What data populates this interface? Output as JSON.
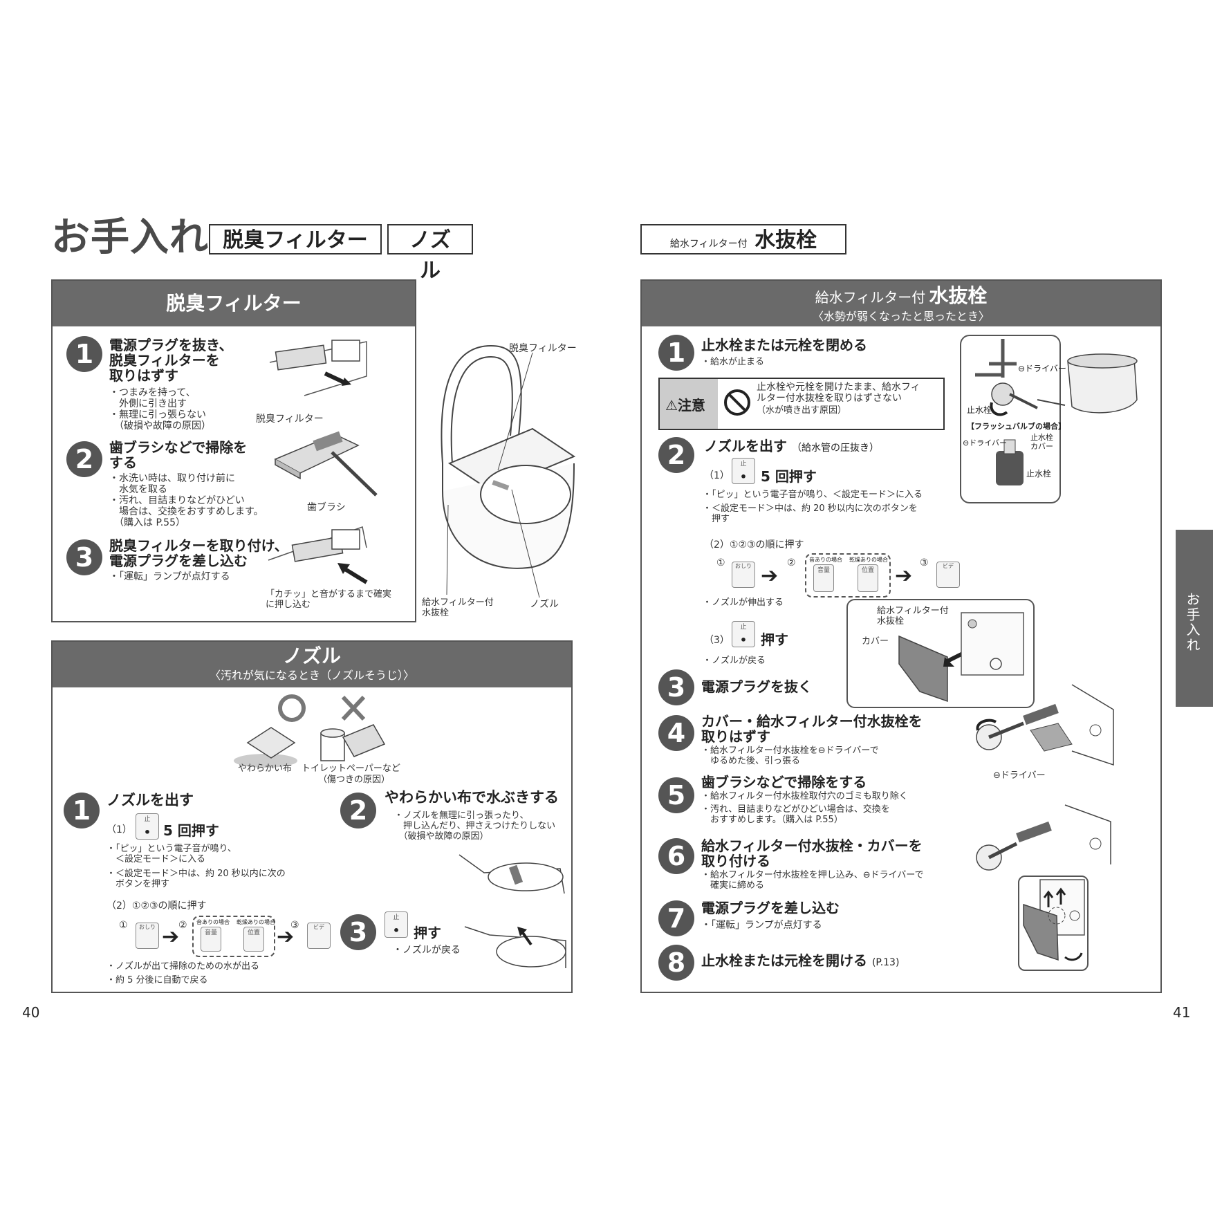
{
  "header": {
    "title": "お手入れ",
    "tag1": "脱臭フィルター",
    "tag2": "ノズル",
    "right_tag_small": "給水フィルター付",
    "right_tag_big": "水抜栓"
  },
  "deodorizer": {
    "heading": "脱臭フィルター",
    "steps": [
      {
        "num": "1",
        "title_lines": [
          "電源プラグを抜き、",
          "脱臭フィルターを",
          "取りはずす"
        ],
        "notes": [
          "・つまみを持って、",
          "　外側に引き出す",
          "・無理に引っ張らない",
          "　（破損や故障の原因）"
        ]
      },
      {
        "num": "2",
        "title_lines": [
          "歯ブラシなどで掃除を",
          "する"
        ],
        "notes": [
          "・水洗い時は、取り付け前に",
          "　水気を取る",
          "・汚れ、目詰まりなどがひどい",
          "　場合は、交換をおすすめします。",
          "　（購入は P.55）"
        ]
      },
      {
        "num": "3",
        "title_lines": [
          "脱臭フィルターを取り付け、",
          "電源プラグを差し込む"
        ],
        "notes": [
          "・「運転」ランプが点灯する"
        ]
      }
    ],
    "labels": {
      "filter": "脱臭フィルター",
      "brush": "歯ブラシ",
      "click": [
        "「カチッ」と音がするまで確実",
        "に押し込む"
      ]
    }
  },
  "toilet_labels": {
    "filter": "脱臭フィルター",
    "drain": [
      "給水フィルター付",
      "水抜栓"
    ],
    "nozzle": "ノズル"
  },
  "nozzle": {
    "heading": "ノズル",
    "sub": "〈汚れが気になるとき（ノズルそうじ）〉",
    "ok_label": "やわらかい布",
    "ng_label": "トイレットペーパーなど",
    "ng_sub": "（傷つきの原因）",
    "step1": {
      "num": "1",
      "title": "ノズルを出す",
      "sub1_prefix": "（1）",
      "sub1_text": "5 回押す",
      "notes1": [
        "・「ピッ」という電子音が鳴り、",
        "　＜設定モード＞に入る",
        "・＜設定モード＞中は、約 20 秒以内に次の",
        "　ボタンを押す"
      ],
      "sub2": "（2）①②③の順に押す",
      "notes2": [
        "・ノズルが出て掃除のための水が出る",
        "・約 5 分後に自動で戻る"
      ]
    },
    "step2": {
      "num": "2",
      "title": "やわらかい布で水ぶきする",
      "notes": [
        "・ノズルを無理に引っ張ったり、",
        "　押し込んだり、押さえつけたりしない",
        "　（破損や故障の原因）"
      ]
    },
    "step3": {
      "num": "3",
      "title": "押す",
      "notes": [
        "・ノズルが戻る"
      ]
    },
    "stop_btn": "止",
    "seq": {
      "m1": "①",
      "m2": "②",
      "m3": "③",
      "b1": "おしり",
      "b2_head": "音ありの場合",
      "b2": "音量",
      "b3_head": "乾燥ありの場合",
      "b3": "位置",
      "b4": "ビデ"
    }
  },
  "drain": {
    "heading_small": "給水フィルター付",
    "heading_big": "水抜栓",
    "sub": "〈水勢が弱くなったと思ったとき〉",
    "steps": [
      {
        "num": "1",
        "title": "止水栓または元栓を閉める",
        "notes": [
          "・給水が止まる"
        ]
      },
      {
        "num": "2",
        "title": "ノズルを出す",
        "title_sub": "（給水管の圧抜き）"
      },
      {
        "num": "3",
        "title": "電源プラグを抜く"
      },
      {
        "num": "4",
        "title_lines": [
          "カバー・給水フィルター付水抜栓を",
          "取りはずす"
        ],
        "notes": [
          "・給水フィルター付水抜栓を⊖ドライバーで",
          "　ゆるめた後、引っ張る"
        ]
      },
      {
        "num": "5",
        "title": "歯ブラシなどで掃除をする",
        "notes": [
          "・給水フィルター付水抜栓取付穴のゴミも取り除く",
          "・汚れ、目詰まりなどがひどい場合は、交換を",
          "　おすすめします。（購入は P.55）"
        ]
      },
      {
        "num": "6",
        "title_lines": [
          "給水フィルター付水抜栓・カバーを",
          "取り付ける"
        ],
        "notes": [
          "・給水フィルター付水抜栓を押し込み、⊖ドライバーで",
          "　確実に締める"
        ]
      },
      {
        "num": "7",
        "title": "電源プラグを差し込む",
        "notes": [
          "・「運転」ランプが点灯する"
        ]
      },
      {
        "num": "8",
        "title": "止水栓または元栓を開ける",
        "title_sub": "(P.13)"
      }
    ],
    "caution": {
      "label": "注意",
      "lines": [
        "止水栓や元栓を開けたまま、給水フィ",
        "ルター付水抜栓を取りはずさない"
      ],
      "sub": "（水が噴き出す原因）"
    },
    "step2_detail": {
      "sub1_prefix": "（1）",
      "sub1_text": "5 回押す",
      "notes1": [
        "・「ピッ」という電子音が鳴り、＜設定モード＞に入る",
        "・＜設定モード＞中は、約 20 秒以内に次のボタンを",
        "　押す"
      ],
      "sub2": "（2）①②③の順に押す",
      "note2": "・ノズルが伸出する",
      "sub3_prefix": "（3）",
      "sub3_text": "押す",
      "note3": "・ノズルが戻る"
    },
    "valve_labels": {
      "driver1": "⊖ドライバー",
      "stopcock": "止水栓",
      "flush": "【フラッシュバルブの場合】",
      "driver2": "⊖ドライバー",
      "cover": [
        "止水栓",
        "カバー"
      ],
      "stopcock2": "止水栓"
    },
    "cover_labels": {
      "drain": [
        "給水フィルター付",
        "水抜栓"
      ],
      "cover": "カバー",
      "driver": "⊖ドライバー"
    }
  },
  "side_tab": "お手入れ",
  "page_left": "40",
  "page_right": "41"
}
